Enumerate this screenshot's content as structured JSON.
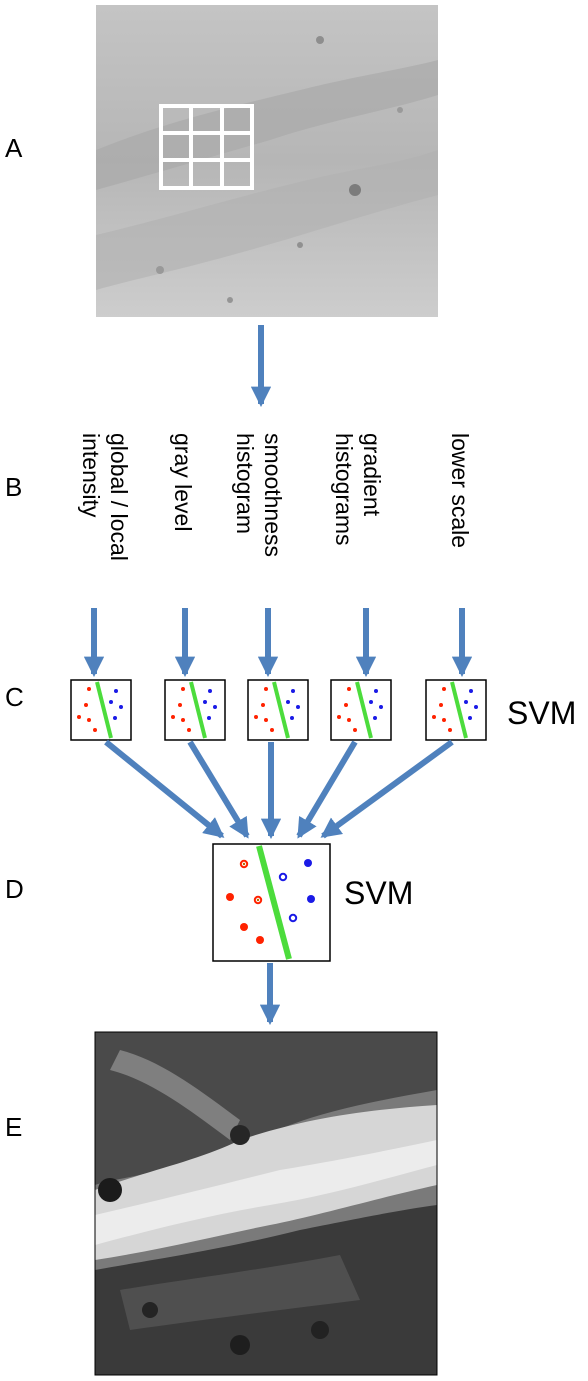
{
  "panel_labels": {
    "a": "A",
    "b": "B",
    "c": "C",
    "d": "D",
    "e": "E"
  },
  "features": [
    {
      "line1": "global / local",
      "line2": "intensity"
    },
    {
      "line1": "gray level",
      "line2": ""
    },
    {
      "line1": "smoothness",
      "line2": "histogram"
    },
    {
      "line1": "gradient",
      "line2": "histograms"
    },
    {
      "line1": "lower scale",
      "line2": ""
    }
  ],
  "svm_labels": {
    "small": "SVM",
    "large": "SVM"
  },
  "colors": {
    "arrow": "#4f81bd",
    "boundary": "#4cdc3c",
    "class_red": "#ff2200",
    "class_blue": "#1a1ae6"
  }
}
